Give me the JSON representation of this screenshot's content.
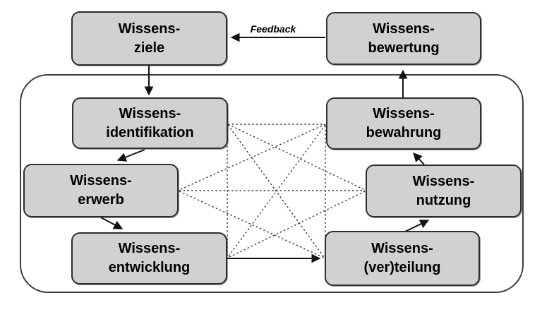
{
  "diagram": {
    "type": "knowledge-management-building-blocks",
    "language": "de"
  },
  "nodes": [
    {
      "id": "wissensziele",
      "lines": [
        "Wissens-",
        "ziele"
      ],
      "position": "outer-top-left"
    },
    {
      "id": "wissensbewertung",
      "lines": [
        "Wissens-",
        "bewertung"
      ],
      "position": "outer-top-right"
    },
    {
      "id": "wissensidentifikation",
      "lines": [
        "Wissens-",
        "identifikation"
      ],
      "position": "inner-top-left"
    },
    {
      "id": "wissensbewahrung",
      "lines": [
        "Wissens-",
        "bewahrung"
      ],
      "position": "inner-top-right"
    },
    {
      "id": "wissenserwerb",
      "lines": [
        "Wissens-",
        "erwerb"
      ],
      "position": "inner-middle-left"
    },
    {
      "id": "wissensnutzung",
      "lines": [
        "Wissens-",
        "nutzung"
      ],
      "position": "inner-middle-right"
    },
    {
      "id": "wissensentwicklung",
      "lines": [
        "Wissens-",
        "entwicklung"
      ],
      "position": "inner-bottom-left"
    },
    {
      "id": "wissensverteilung",
      "lines": [
        "Wissens-",
        "(ver)teilung"
      ],
      "position": "inner-bottom-right"
    }
  ],
  "labels": {
    "feedback": "Feedback"
  },
  "edges": {
    "solid_arrows": [
      "wissensziele -> wissensidentifikation",
      "wissensbewertung -> wissensziele (Feedback)",
      "wissensidentifikation -> wissenserwerb",
      "wissenserwerb -> wissensentwicklung",
      "wissensentwicklung -> wissensverteilung",
      "wissensverteilung -> wissensnutzung",
      "wissensnutzung -> wissensbewahrung",
      "wissensbewahrung -> wissensbewertung"
    ],
    "dashed_links": [
      "wissensidentifikation -- wissensbewahrung",
      "wissensidentifikation -- wissensentwicklung",
      "wissensbewahrung -- wissensverteilung",
      "wissenserwerb -- wissensnutzung",
      "wissensidentifikation -- wissensnutzung",
      "wissensidentifikation -- wissensverteilung",
      "wissensbewahrung -- wissenserwerb",
      "wissensbewahrung -- wissensentwicklung",
      "wissenserwerb -- wissensverteilung",
      "wissensnutzung -- wissensentwicklung"
    ]
  },
  "colors": {
    "background": "#ffffff",
    "box_fill": "#d1d1d1",
    "box_border": "#2e2e2e",
    "frame_border": "#3c3c3c",
    "arrow": "#111111",
    "dashed": "#3a3a3a",
    "text": "#000000"
  }
}
